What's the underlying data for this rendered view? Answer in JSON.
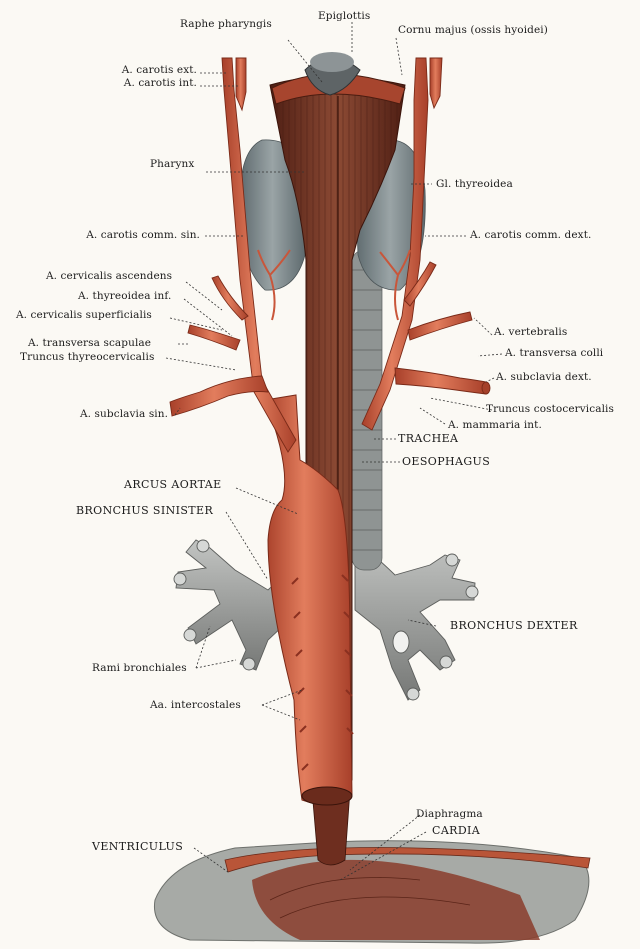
{
  "labels": {
    "raphe_pharyngis": "Raphe pharyngis",
    "epiglottis": "Epiglottis",
    "cornu_majus": "Cornu majus (ossis hyoidei)",
    "carotis_ext": "A. carotis ext.",
    "carotis_int": "A. carotis int.",
    "pharynx": "Pharynx",
    "gl_thyreoidea": "Gl. thyreoidea",
    "carotis_comm_sin": "A. carotis comm. sin.",
    "carotis_comm_dext": "A. carotis comm. dext.",
    "cervicalis_ascendens": "A. cervicalis ascendens",
    "thyreoidea_inf": "A. thyreoidea inf.",
    "cervicalis_superficialis": "A. cervicalis superficialis",
    "vertebralis": "A. vertebralis",
    "transversa_colli": "A. transversa colli",
    "transversa_scapulae": "A. transversa scapulae",
    "truncus_thyreocervicalis": "Truncus thyreocervicalis",
    "subclavia_dext": "A. subclavia dext.",
    "subclavia_sin": "A. subclavia sin.",
    "truncus_costocervicalis": "Truncus costocervicalis",
    "mammaria_int": "A. mammaria int.",
    "trachea": "TRACHEA",
    "oesophagus": "OESOPHAGUS",
    "arcus_aortae": "ARCUS AORTAE",
    "bronchus_sinister": "BRONCHUS SINISTER",
    "bronchus_dexter": "BRONCHUS DEXTER",
    "rami_bronchiales": "Rami bronchiales",
    "aa_intercostales": "Aa. intercostales",
    "diaphragma": "Diaphragma",
    "cardia": "CARDIA",
    "ventriculus": "VENTRICULUS"
  },
  "colors": {
    "artery": "#c9563a",
    "artery_light": "#e88a68",
    "muscle": "#7a3a2a",
    "muscle_dark": "#5a2418",
    "thyroid": "#7f8a8e",
    "bronchus": "#9a9c9a",
    "leader": "#333333"
  }
}
